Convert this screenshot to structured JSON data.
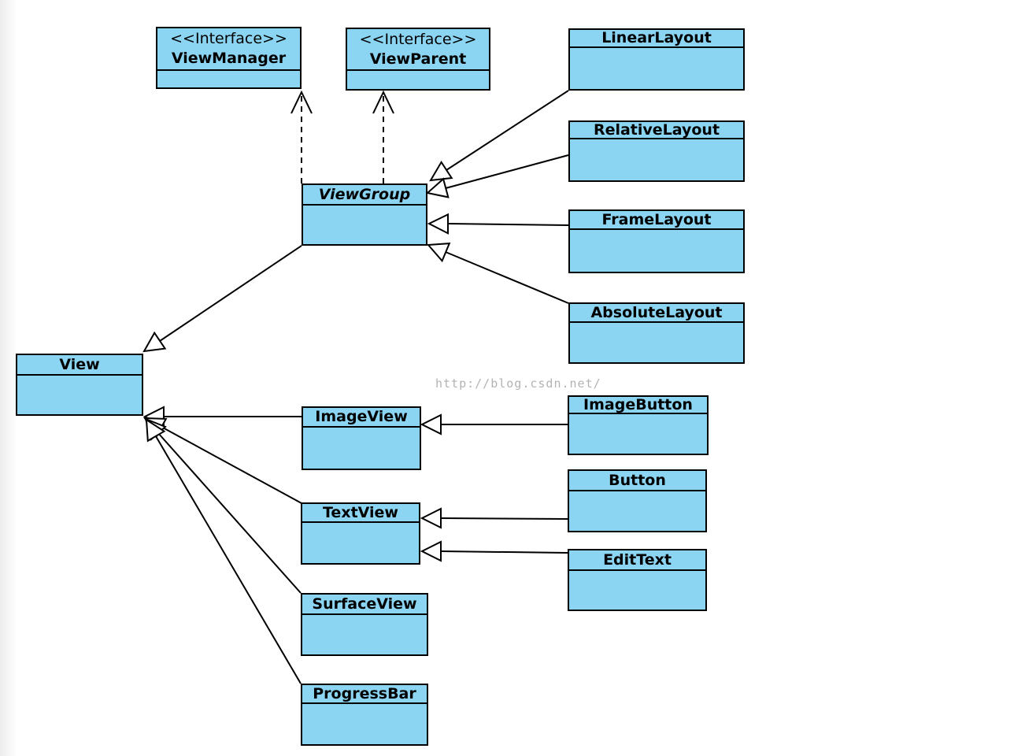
{
  "diagram": {
    "kind": "uml-class-diagram",
    "watermark": "http://blog.csdn.net/"
  },
  "colors": {
    "box_fill": "#8bd4f2",
    "box_border": "#000000",
    "line": "#000000",
    "watermark_text": "#b3b3b3",
    "background": "#ffffff"
  },
  "classes": {
    "view_manager": {
      "stereotype": "<<Interface>>",
      "name": "ViewManager"
    },
    "view_parent": {
      "stereotype": "<<Interface>>",
      "name": "ViewParent"
    },
    "view_group": {
      "name": "ViewGroup",
      "abstract": true
    },
    "linear_layout": {
      "name": "LinearLayout"
    },
    "relative_layout": {
      "name": "RelativeLayout"
    },
    "frame_layout": {
      "name": "FrameLayout"
    },
    "absolute_layout": {
      "name": "AbsoluteLayout"
    },
    "view": {
      "name": "View"
    },
    "image_view": {
      "name": "ImageView"
    },
    "image_button": {
      "name": "ImageButton"
    },
    "text_view": {
      "name": "TextView"
    },
    "button": {
      "name": "Button"
    },
    "edit_text": {
      "name": "EditText"
    },
    "surface_view": {
      "name": "SurfaceView"
    },
    "progress_bar": {
      "name": "ProgressBar"
    }
  },
  "relationships": [
    {
      "from": "ViewGroup",
      "to": "ViewManager",
      "type": "realization"
    },
    {
      "from": "ViewGroup",
      "to": "ViewParent",
      "type": "realization"
    },
    {
      "from": "LinearLayout",
      "to": "ViewGroup",
      "type": "generalization"
    },
    {
      "from": "RelativeLayout",
      "to": "ViewGroup",
      "type": "generalization"
    },
    {
      "from": "FrameLayout",
      "to": "ViewGroup",
      "type": "generalization"
    },
    {
      "from": "AbsoluteLayout",
      "to": "ViewGroup",
      "type": "generalization"
    },
    {
      "from": "ViewGroup",
      "to": "View",
      "type": "generalization"
    },
    {
      "from": "ImageView",
      "to": "View",
      "type": "generalization"
    },
    {
      "from": "TextView",
      "to": "View",
      "type": "generalization"
    },
    {
      "from": "SurfaceView",
      "to": "View",
      "type": "generalization"
    },
    {
      "from": "ProgressBar",
      "to": "View",
      "type": "generalization"
    },
    {
      "from": "ImageButton",
      "to": "ImageView",
      "type": "generalization"
    },
    {
      "from": "Button",
      "to": "TextView",
      "type": "generalization"
    },
    {
      "from": "EditText",
      "to": "TextView",
      "type": "generalization"
    }
  ]
}
